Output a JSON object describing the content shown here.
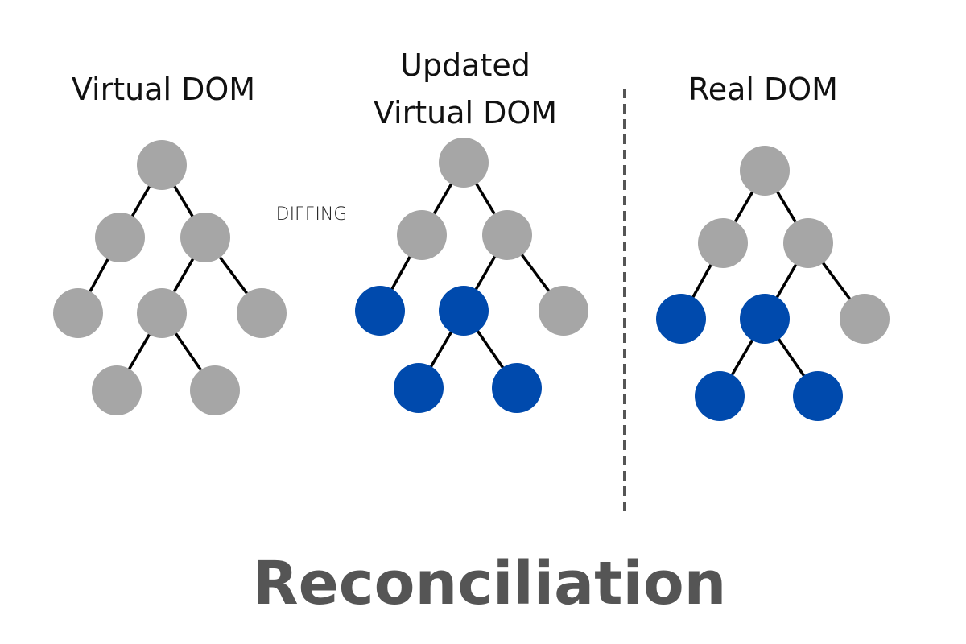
{
  "headings": {
    "virtual_dom": "Virtual DOM",
    "updated_line1": "Updated",
    "updated_line2": "Virtual DOM",
    "real_dom": "Real DOM"
  },
  "diffing_label": "DIFFING",
  "title": "Reconciliation",
  "colors": {
    "unchanged_node": "#a6a6a6",
    "changed_node": "#004aad",
    "edge": "#000000",
    "divider": "#555555",
    "title": "#555555"
  },
  "trees": [
    {
      "name": "virtual-dom-tree",
      "nodes": [
        {
          "id": "root",
          "state": "unchanged"
        },
        {
          "id": "left",
          "state": "unchanged"
        },
        {
          "id": "right",
          "state": "unchanged"
        },
        {
          "id": "left-leaf",
          "state": "unchanged"
        },
        {
          "id": "mid",
          "state": "unchanged"
        },
        {
          "id": "right-leaf",
          "state": "unchanged"
        },
        {
          "id": "mid-left",
          "state": "unchanged"
        },
        {
          "id": "mid-right",
          "state": "unchanged"
        }
      ]
    },
    {
      "name": "updated-virtual-dom-tree",
      "nodes": [
        {
          "id": "root",
          "state": "unchanged"
        },
        {
          "id": "left",
          "state": "unchanged"
        },
        {
          "id": "right",
          "state": "unchanged"
        },
        {
          "id": "left-leaf",
          "state": "changed"
        },
        {
          "id": "mid",
          "state": "changed"
        },
        {
          "id": "right-leaf",
          "state": "unchanged"
        },
        {
          "id": "mid-left",
          "state": "changed"
        },
        {
          "id": "mid-right",
          "state": "changed"
        }
      ]
    },
    {
      "name": "real-dom-tree",
      "nodes": [
        {
          "id": "root",
          "state": "unchanged"
        },
        {
          "id": "left",
          "state": "unchanged"
        },
        {
          "id": "right",
          "state": "unchanged"
        },
        {
          "id": "left-leaf",
          "state": "changed"
        },
        {
          "id": "mid",
          "state": "changed"
        },
        {
          "id": "right-leaf",
          "state": "unchanged"
        },
        {
          "id": "mid-left",
          "state": "changed"
        },
        {
          "id": "mid-right",
          "state": "changed"
        }
      ]
    }
  ],
  "edges": [
    [
      "root",
      "left"
    ],
    [
      "root",
      "right"
    ],
    [
      "left",
      "left-leaf"
    ],
    [
      "right",
      "mid"
    ],
    [
      "right",
      "right-leaf"
    ],
    [
      "mid",
      "mid-left"
    ],
    [
      "mid",
      "mid-right"
    ]
  ]
}
